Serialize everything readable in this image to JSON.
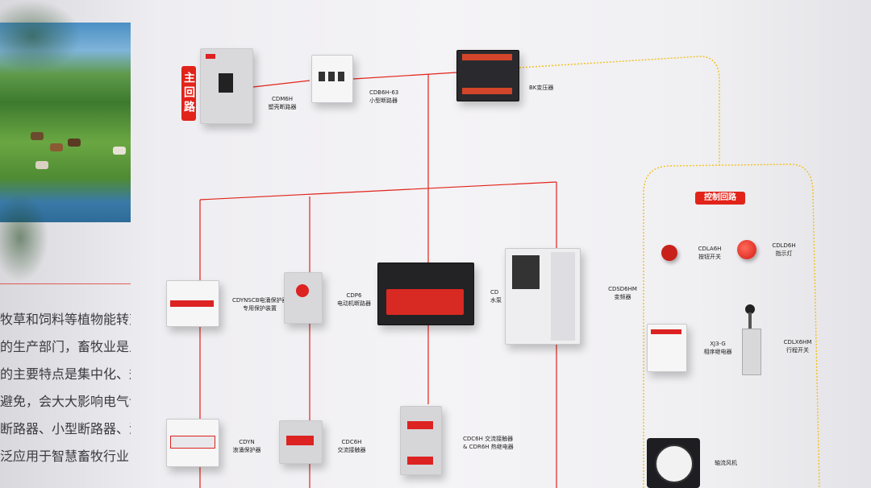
{
  "main_circuit_label": "主回路",
  "control_circuit_label": "控制回路",
  "side_text": [
    "牧草和饲料等植物能转变",
    "的生产部门，畜牧业是人",
    "的主要特点是集中化、规",
    "避免，会大大影响电气设",
    "断路器、小型断路器、浪",
    "泛应用于智慧畜牧行业，"
  ],
  "devices": {
    "cdm6h": {
      "model": "CDM6H",
      "name": "塑壳断路器"
    },
    "cdb6h": {
      "model": "CDB6H-63",
      "name": "小型断路器"
    },
    "bk": {
      "model": "BK",
      "name": "变压器"
    },
    "cdynscb": {
      "model": "CDYNSCB电涌保护器",
      "name": "专用保护装置"
    },
    "cdp6": {
      "model": "CDP6",
      "name": "电动机断路器"
    },
    "cd_pump": {
      "model": "CD",
      "name": "水泵"
    },
    "cdsd6hm": {
      "model": "CDSD6HM",
      "name": "变频器"
    },
    "cdyn": {
      "model": "CDYN",
      "name": "浪涌保护器"
    },
    "cdc6h": {
      "model": "CDC6H",
      "name": "交流接触器"
    },
    "cdc6h_cdr6h": {
      "model": "CDC6H 交流接触器",
      "name": "& CDR6H 热继电器"
    },
    "cdla6h": {
      "model": "CDLA6H",
      "name": "按钮开关"
    },
    "cdld6h": {
      "model": "CDLD6H",
      "name": "指示灯"
    },
    "xj3g": {
      "model": "XJ3-G",
      "name": "相序继电器"
    },
    "cdlx6hm": {
      "model": "CDLX6HM",
      "name": "行程开关"
    },
    "fan": {
      "model": "",
      "name": "轴流风机"
    }
  },
  "colors": {
    "wire": "#e2231a",
    "control_border": "#f0c21a",
    "brand_red": "#e2231a"
  }
}
